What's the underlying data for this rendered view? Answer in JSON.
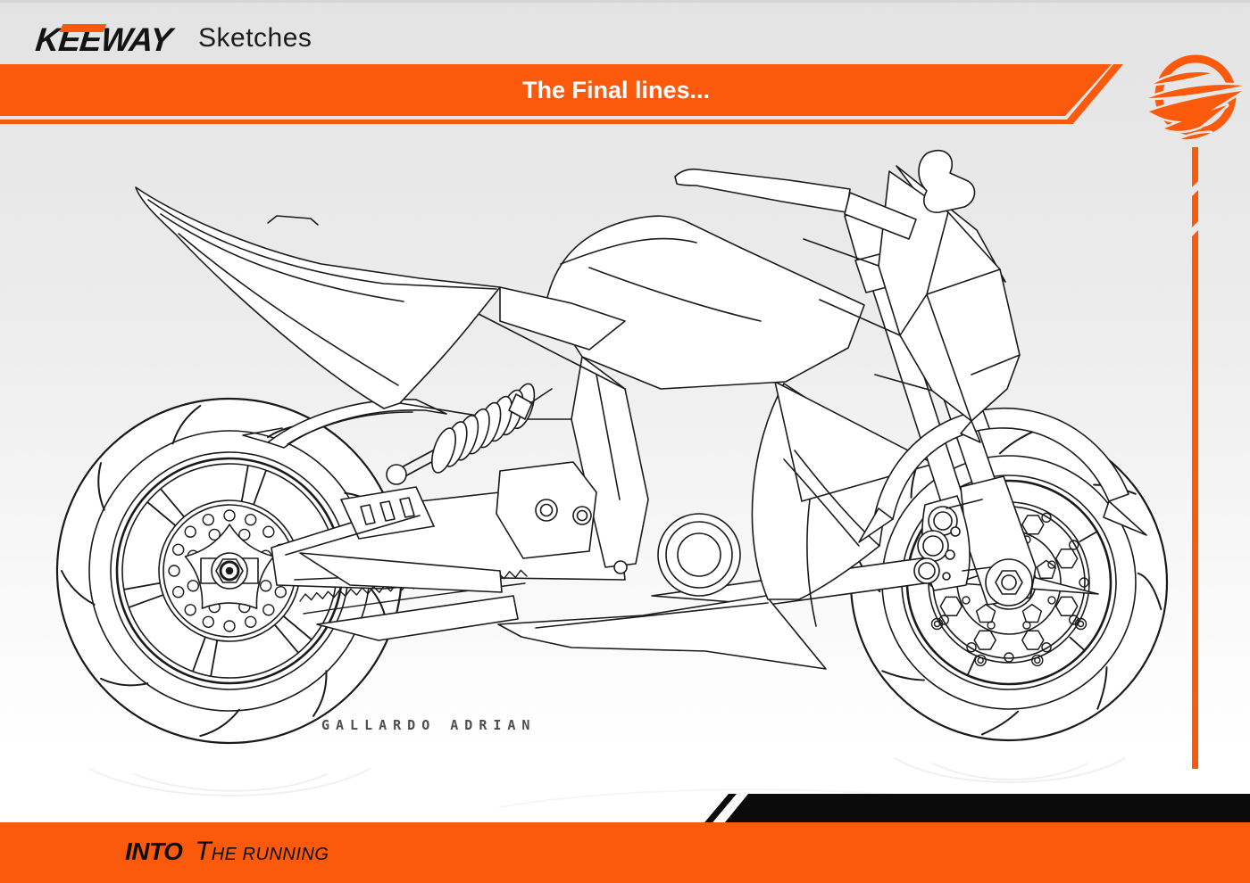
{
  "header": {
    "brand": {
      "part_k": "K",
      "part_ee": "EE",
      "part_way": "WAY"
    },
    "page_label": "Sketches",
    "banner_title": "The Final lines..."
  },
  "artwork": {
    "signature": "GALLARDO ADRIAN"
  },
  "footer": {
    "tagline_lead": "INTO",
    "tagline_cap": "T",
    "tagline_rest": "HE RUNNING"
  },
  "theme": {
    "accent": "#FB5A0D",
    "ink": "#1A1A1A",
    "black_bar": "#0B0B0B",
    "bg_top": "#E3E3E3",
    "bg_bottom": "#FFFFFF",
    "banner_text": "#FFFFFF"
  },
  "icons": [
    {
      "name": "keeway-wing-emblem",
      "color": "#FB5A0D"
    }
  ]
}
